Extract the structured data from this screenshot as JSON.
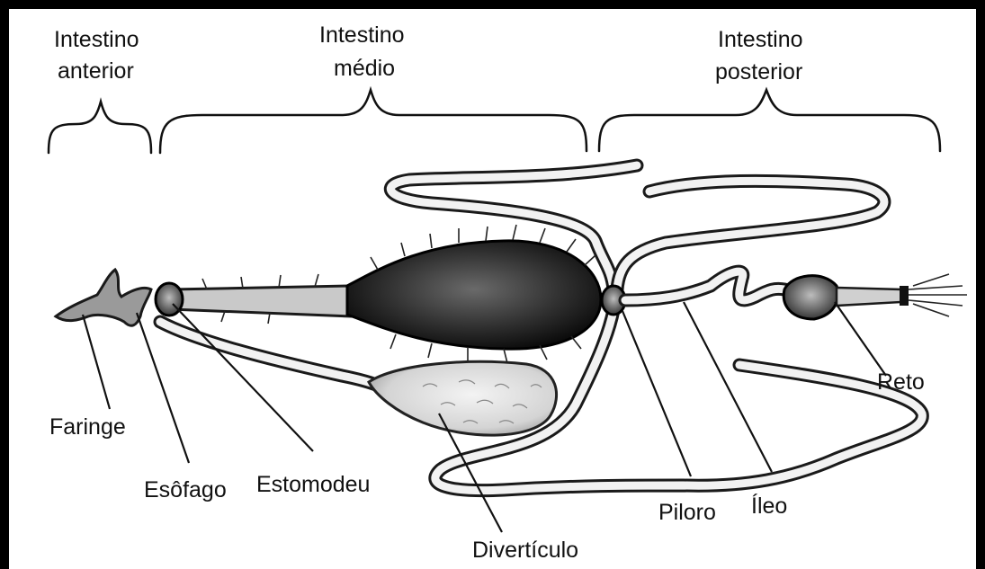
{
  "labels": {
    "intestino_anterior_1": "Intestino",
    "intestino_anterior_2": "anterior",
    "intestino_medio_1": "Intestino",
    "intestino_medio_2": "médio",
    "intestino_posterior_1": "Intestino",
    "intestino_posterior_2": "posterior",
    "faringe": "Faringe",
    "esofago": "Esôfago",
    "estomodeu": "Estomodeu",
    "diverticulo": "Divertículo",
    "piloro": "Piloro",
    "ileo": "Íleo",
    "reto": "Reto"
  }
}
